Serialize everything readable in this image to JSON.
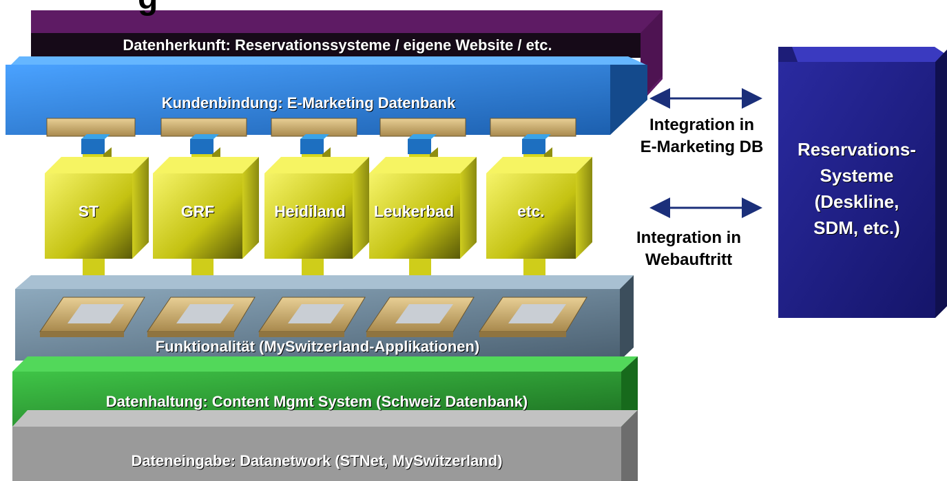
{
  "title_fragment": "g",
  "layers": {
    "source": "Datenherkunft: Reservationssysteme / eigene Website / etc.",
    "crm": "Kundenbindung: E-Marketing Datenbank",
    "function": "Funktionalität (MySwitzerland-Applikationen)",
    "data": "Datenhaltung: Content Mgmt System (Schweiz Datenbank)",
    "input": "Dateneingabe: Datanetwork (STNet, MySwitzerland)"
  },
  "modules": [
    "ST",
    "GRF",
    "Heidiland",
    "Leukerbad",
    "etc."
  ],
  "integration_db": [
    "Integration in",
    "E-Marketing DB"
  ],
  "integration_web": [
    "Integration in",
    "Webauftritt"
  ],
  "reservation": [
    "Reservations-",
    "Systeme",
    "(Deskline,",
    "SDM, etc.)"
  ],
  "colors": {
    "purple": "#6e2474",
    "blue": "#2f86e0",
    "yellow": "#e6e41e",
    "steel": "#6f8ca2",
    "green": "#2ea434",
    "gray": "#9a9a9a",
    "navy": "#1f1f86",
    "arrow": "#1b2f7a"
  }
}
